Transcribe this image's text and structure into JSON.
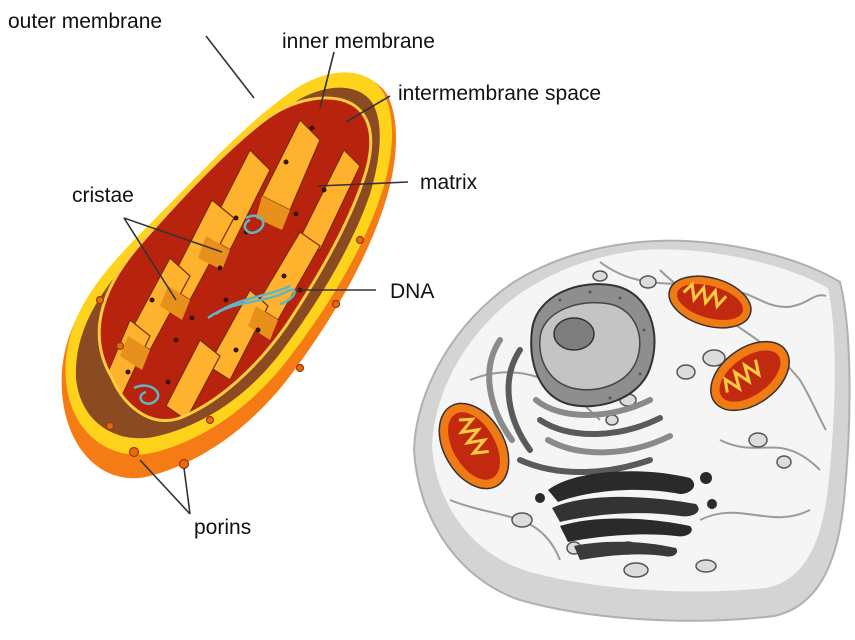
{
  "labels": {
    "outer_membrane": "outer membrane",
    "inner_membrane": "inner membrane",
    "intermembrane_space": "intermembrane space",
    "matrix": "matrix",
    "cristae": "cristae",
    "dna": "DNA",
    "porins": "porins"
  },
  "colors": {
    "outer_membrane": "#ffd21c",
    "outer_shell": "#f57c14",
    "intermembrane_space": "#8a4a22",
    "matrix": "#b8230e",
    "cristae_fold": "#ffb22e",
    "dna": "#5fb6c8",
    "cell_cytoplasm": "#f4f4f4",
    "cell_edge": "#d0d0d0",
    "nucleus": "#9c9c9c",
    "golgi": "#2e2e2e"
  }
}
